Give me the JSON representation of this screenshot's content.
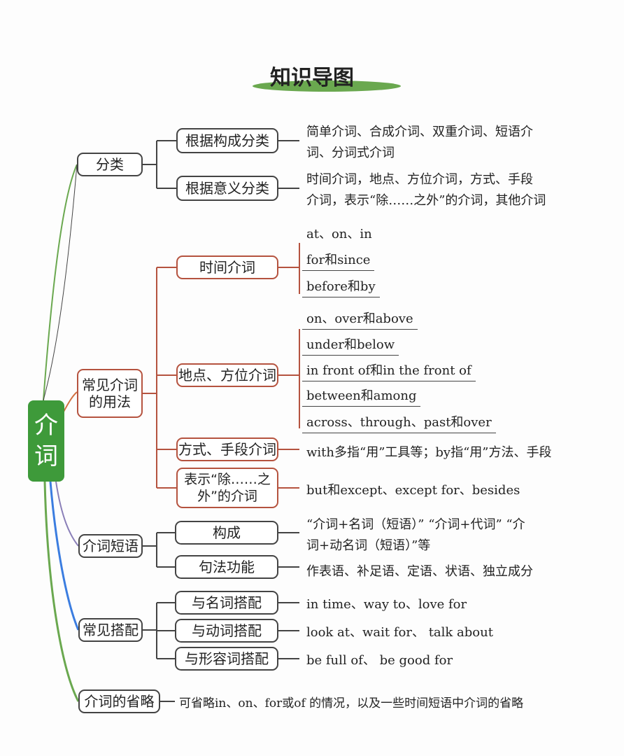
{
  "title": "知识导图",
  "root": "介词",
  "colors": {
    "root": "#3e9a3a",
    "red_branch": "#b5533f"
  },
  "branches": {
    "classify": {
      "label": "分类",
      "a": {
        "label": "根据构成分类",
        "line1": "简单介词、合成介词、双重介词、短语介",
        "line2": "词、分词式介词"
      },
      "b": {
        "label": "根据意义分类",
        "line1": "时间介词，地点、方位介词，方式、手段",
        "line2": "介词，表示“除……之外”的介词，其他介词"
      }
    },
    "usage": {
      "label": "常见介词的用法",
      "time": {
        "label": "时间介词",
        "items": [
          "at、on、in",
          "for和since",
          "before和by"
        ]
      },
      "place": {
        "label": "地点、方位介词",
        "items": [
          "on、over和above",
          "under和below",
          "in front of和in the front of",
          "between和among",
          "across、through、past和over"
        ]
      },
      "manner": {
        "label": "方式、手段介词",
        "text": "with多指“用”工具等；by指“用”方法、手段"
      },
      "except": {
        "label": "表示“除……之外”的介词",
        "text": "but和except、except for、besides"
      }
    },
    "phrase": {
      "label": "介词短语",
      "form": {
        "label": "构成",
        "line1": "“介词+名词（短语）” “介词+代词” “介",
        "line2": "词+动名词（短语）”等"
      },
      "func": {
        "label": "句法功能",
        "text": "作表语、补足语、定语、状语、独立成分"
      }
    },
    "collocation": {
      "label": "常见搭配",
      "noun": {
        "label": "与名词搭配",
        "text": "in time、way to、love for"
      },
      "verb": {
        "label": "与动词搭配",
        "text": "look at、wait for、 talk about"
      },
      "adj": {
        "label": "与形容词搭配",
        "text": "be full of、 be good for"
      }
    },
    "omission": {
      "label": "介词的省略",
      "text": "可省略in、on、for或of 的情况，以及一些时间短语中介词的省略"
    }
  }
}
